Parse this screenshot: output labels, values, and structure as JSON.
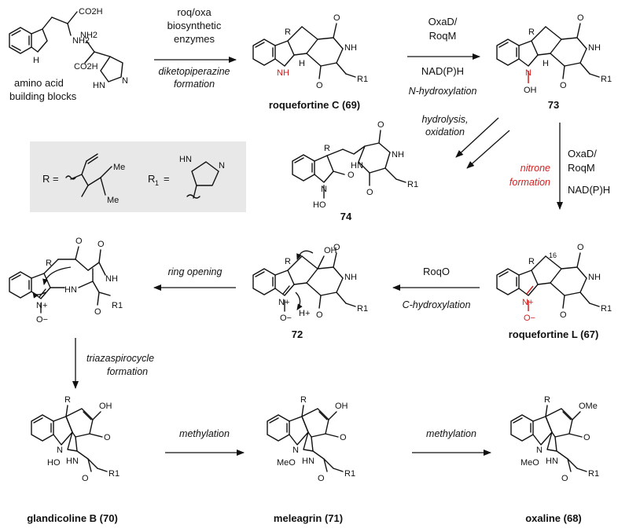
{
  "colors": {
    "ink": "#111111",
    "highlight": "#d21f1f",
    "legend_bg": "#e8e8e8"
  },
  "reagents": {
    "step1_line1": "roq/oxa",
    "step1_line2": "biosynthetic",
    "step1_line3": "enzymes",
    "step1_cond1": "diketopiperazine",
    "step1_cond2": "formation",
    "step2_line1": "OxaD/",
    "step2_line2": "RoqM",
    "step2_cofactor": "NAD(P)H",
    "step2_cond": "N-hydroxylation",
    "side_cond1": "hydrolysis,",
    "side_cond2": "oxidation",
    "step3_line1": "OxaD/",
    "step3_line2": "RoqM",
    "step3_cofactor": "NAD(P)H",
    "step3_cond1": "nitrone",
    "step3_cond2": "formation",
    "step4_enzyme": "RoqO",
    "step4_cond": "C-hydroxylation",
    "step5_cond": "ring opening",
    "step6_cond1": "triazaspirocycle",
    "step6_cond2": "formation",
    "step7_cond": "methylation",
    "step8_cond": "methylation"
  },
  "legend": {
    "r_label": "R =",
    "r1_label": "R",
    "r1_sub": "1",
    "r1_eq": "=",
    "me1": "Me",
    "me2": "Me",
    "nh": "HN"
  },
  "compounds": {
    "aa_line1": "amino acid",
    "aa_line2": "building blocks",
    "c69": "roquefortine C (69)",
    "c73": "73",
    "c74": "74",
    "c67": "roquefortine L (67)",
    "c72": "72",
    "c70": "glandicoline B (70)",
    "c71": "meleagrin (71)",
    "c68": "oxaline (68)"
  },
  "atoms": {
    "co2h": "CO2H",
    "nh2": "NH2",
    "h": "H",
    "n": "N",
    "nh": "NH",
    "hn": "HN",
    "o": "O",
    "oh": "OH",
    "ho": "HO",
    "r": "R",
    "r1": "R1",
    "ome": "OMe",
    "meo": "MeO",
    "n_plus": "N+",
    "o_minus": "O−",
    "h_plus": "H+",
    "label16": "16"
  }
}
